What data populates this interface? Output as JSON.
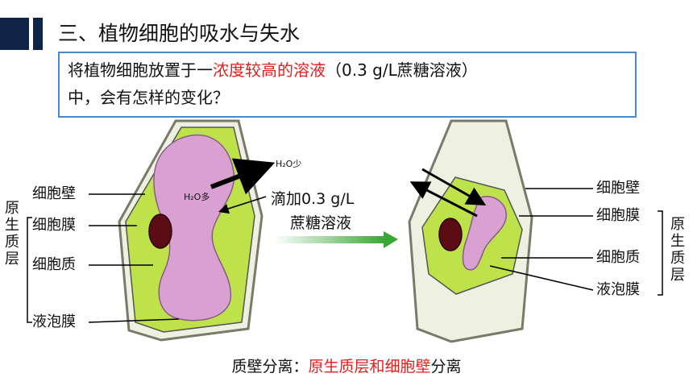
{
  "title": "三、植物细胞的吸水与失水",
  "question": {
    "pre": "将植物细胞放置于一",
    "highlight": "浓度较高的溶液",
    "post": "（0.3  g/L蔗糖溶液）",
    "line2": "中，会有怎样的变化？"
  },
  "left_cell": {
    "labels": [
      "细胞壁",
      "细胞膜",
      "细胞质",
      "液泡膜"
    ],
    "bracket_label": "原生质层",
    "arrow_out": "H₂O少",
    "arrow_in": "H₂O多"
  },
  "middle": {
    "line1": "滴加0.3  g/L",
    "line2": "蔗糖溶液"
  },
  "right_cell": {
    "labels": [
      "细胞壁",
      "细胞膜",
      "细胞质",
      "液泡膜"
    ],
    "bracket_label": "原生质层"
  },
  "caption": {
    "pre": "质壁分离：",
    "highlight": "原生质层和细胞壁",
    "post": "分离"
  },
  "colors": {
    "header_bar": "#0f2346",
    "box_border": "#4a8ac9",
    "highlight": "#e02020",
    "cytoplasm": "#bde24a",
    "vacuole": "#d9a0d2",
    "nucleus": "#5b0c15",
    "cell_wall_fill": "#eef0e2",
    "arrow_green": "#3aa635"
  }
}
